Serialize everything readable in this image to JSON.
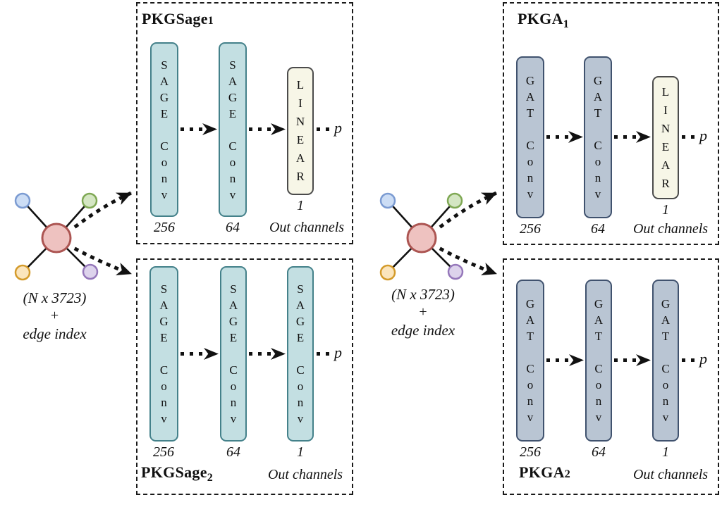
{
  "models": [
    {
      "title_base": "PKGSage",
      "title_suffix": "1",
      "layers": [
        {
          "label": "S\nA\nG\nE\n\nC\no\nn\nv",
          "channels": "256"
        },
        {
          "label": "S\nA\nG\nE\n\nC\no\nn\nv",
          "channels": "64"
        },
        {
          "label": "L\nI\nN\nE\nA\nR",
          "channels": "1"
        }
      ],
      "out_channels_label": "Out channels",
      "output_label": "p"
    },
    {
      "title_base": "PKGSage",
      "title_suffix": "2",
      "layers": [
        {
          "label": "S\nA\nG\nE\n\nC\no\nn\nv",
          "channels": "256"
        },
        {
          "label": "S\nA\nG\nE\n\nC\no\nn\nv",
          "channels": "64"
        },
        {
          "label": "S\nA\nG\nE\n\nC\no\nn\nv",
          "channels": "1"
        }
      ],
      "out_channels_label": "Out channels",
      "output_label": "p"
    },
    {
      "title_base": "PKGA",
      "title_suffix": "1",
      "layers": [
        {
          "label": "G\nA\nT\n\nC\no\nn\nv",
          "channels": "256"
        },
        {
          "label": "G\nA\nT\n\nC\no\nn\nv",
          "channels": "64"
        },
        {
          "label": "L\nI\nN\nE\nA\nR",
          "channels": "1"
        }
      ],
      "out_channels_label": "Out channels",
      "output_label": "p"
    },
    {
      "title_base": "PKGA",
      "title_suffix": "2",
      "layers": [
        {
          "label": "G\nA\nT\n\nC\no\nn\nv",
          "channels": "256"
        },
        {
          "label": "G\nA\nT\n\nC\no\nn\nv",
          "channels": "64"
        },
        {
          "label": "G\nA\nT\n\nC\no\nn\nv",
          "channels": "1"
        }
      ],
      "out_channels_label": "Out channels",
      "output_label": "p"
    }
  ],
  "graphs": [
    {
      "lines": [
        "(N x 3723)",
        "+",
        "edge index"
      ]
    },
    {
      "lines": [
        "(N x 3723)",
        "+",
        "edge index"
      ]
    }
  ],
  "colors": {
    "sage_fill": "#c3dfe2",
    "sage_border": "#44818a",
    "gat_fill": "#b9c5d3",
    "gat_border": "#40526e",
    "linear_fill": "#f7f6e7",
    "linear_border": "#4b4b4b",
    "arrow": "#111111",
    "node_center_fill": "#eec2c0",
    "node_center_border": "#ac5552",
    "node_blue_fill": "#ccddf5",
    "node_blue_border": "#7b9bd2",
    "node_green_fill": "#d4e6c3",
    "node_green_border": "#7fa854",
    "node_orange_fill": "#fbe5bd",
    "node_orange_border": "#d49b2b",
    "node_purple_fill": "#ddd3ec",
    "node_purple_border": "#9577ba"
  }
}
